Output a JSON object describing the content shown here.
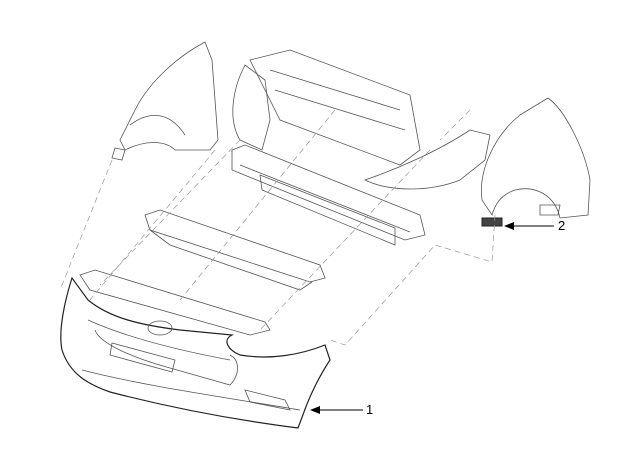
{
  "callouts": [
    {
      "number": "1",
      "part": "front-bumper-cover"
    },
    {
      "number": "2",
      "part": "side-bracket"
    }
  ],
  "colors": {
    "line": "#555555",
    "dashed": "#999999",
    "callout": "#000000"
  }
}
